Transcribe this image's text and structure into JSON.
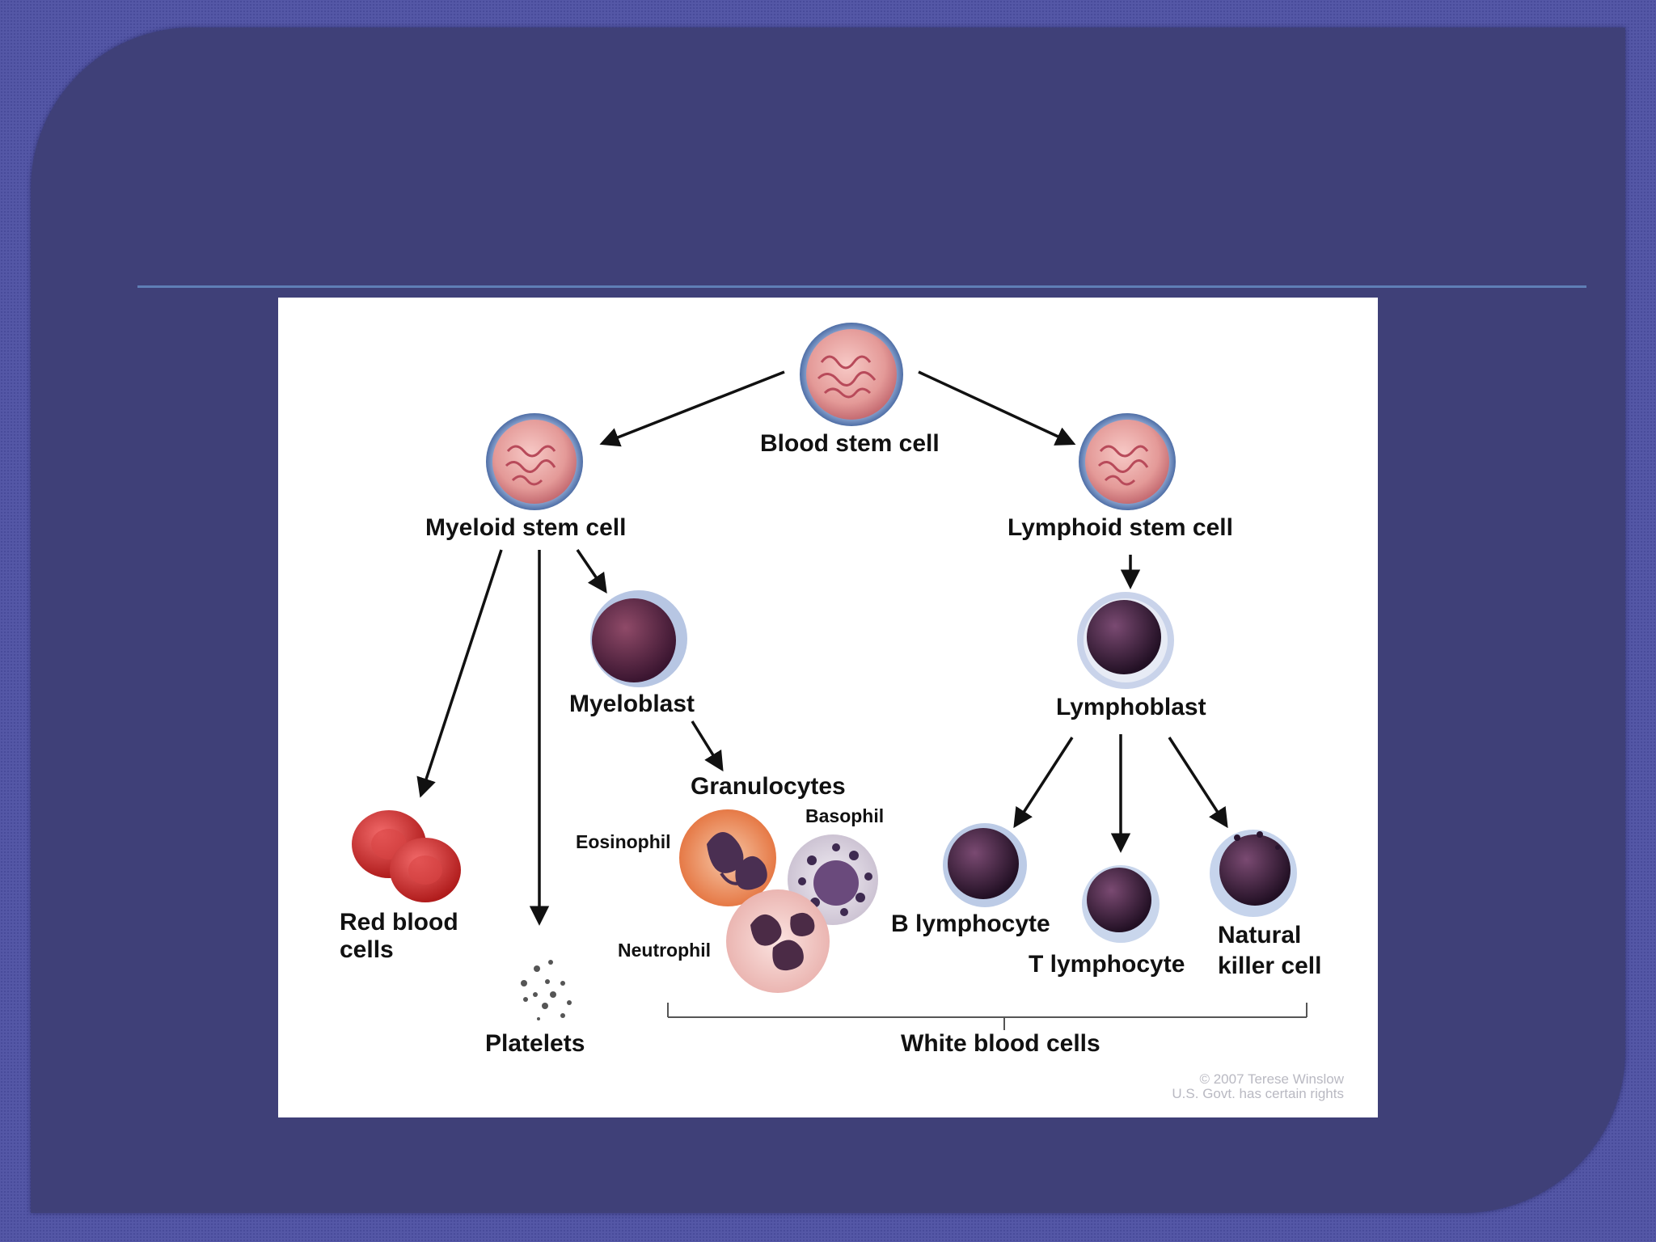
{
  "diagram": {
    "blood_stem_cell": "Blood stem cell",
    "myeloid_stem_cell": "Myeloid stem cell",
    "lymphoid_stem_cell": "Lymphoid stem cell",
    "myeloblast": "Myeloblast",
    "lymphoblast": "Lymphoblast",
    "granulocytes": "Granulocytes",
    "basophil": "Basophil",
    "eosinophil": "Eosinophil",
    "neutrophil": "Neutrophil",
    "red_blood_cells_line1": "Red blood",
    "red_blood_cells_line2": "cells",
    "platelets": "Platelets",
    "b_lymphocyte": "B lymphocyte",
    "t_lymphocyte": "T lymphocyte",
    "nk_line1": "Natural",
    "nk_line2": "killer cell",
    "white_blood_cells": "White blood cells",
    "copyright_line1": "© 2007 Terese Winslow",
    "copyright_line2": "U.S. Govt. has certain rights"
  },
  "colors": {
    "slide_bg": "#3f4078",
    "frame_bg": "#5457a6",
    "rule": "#5f7fb6"
  }
}
